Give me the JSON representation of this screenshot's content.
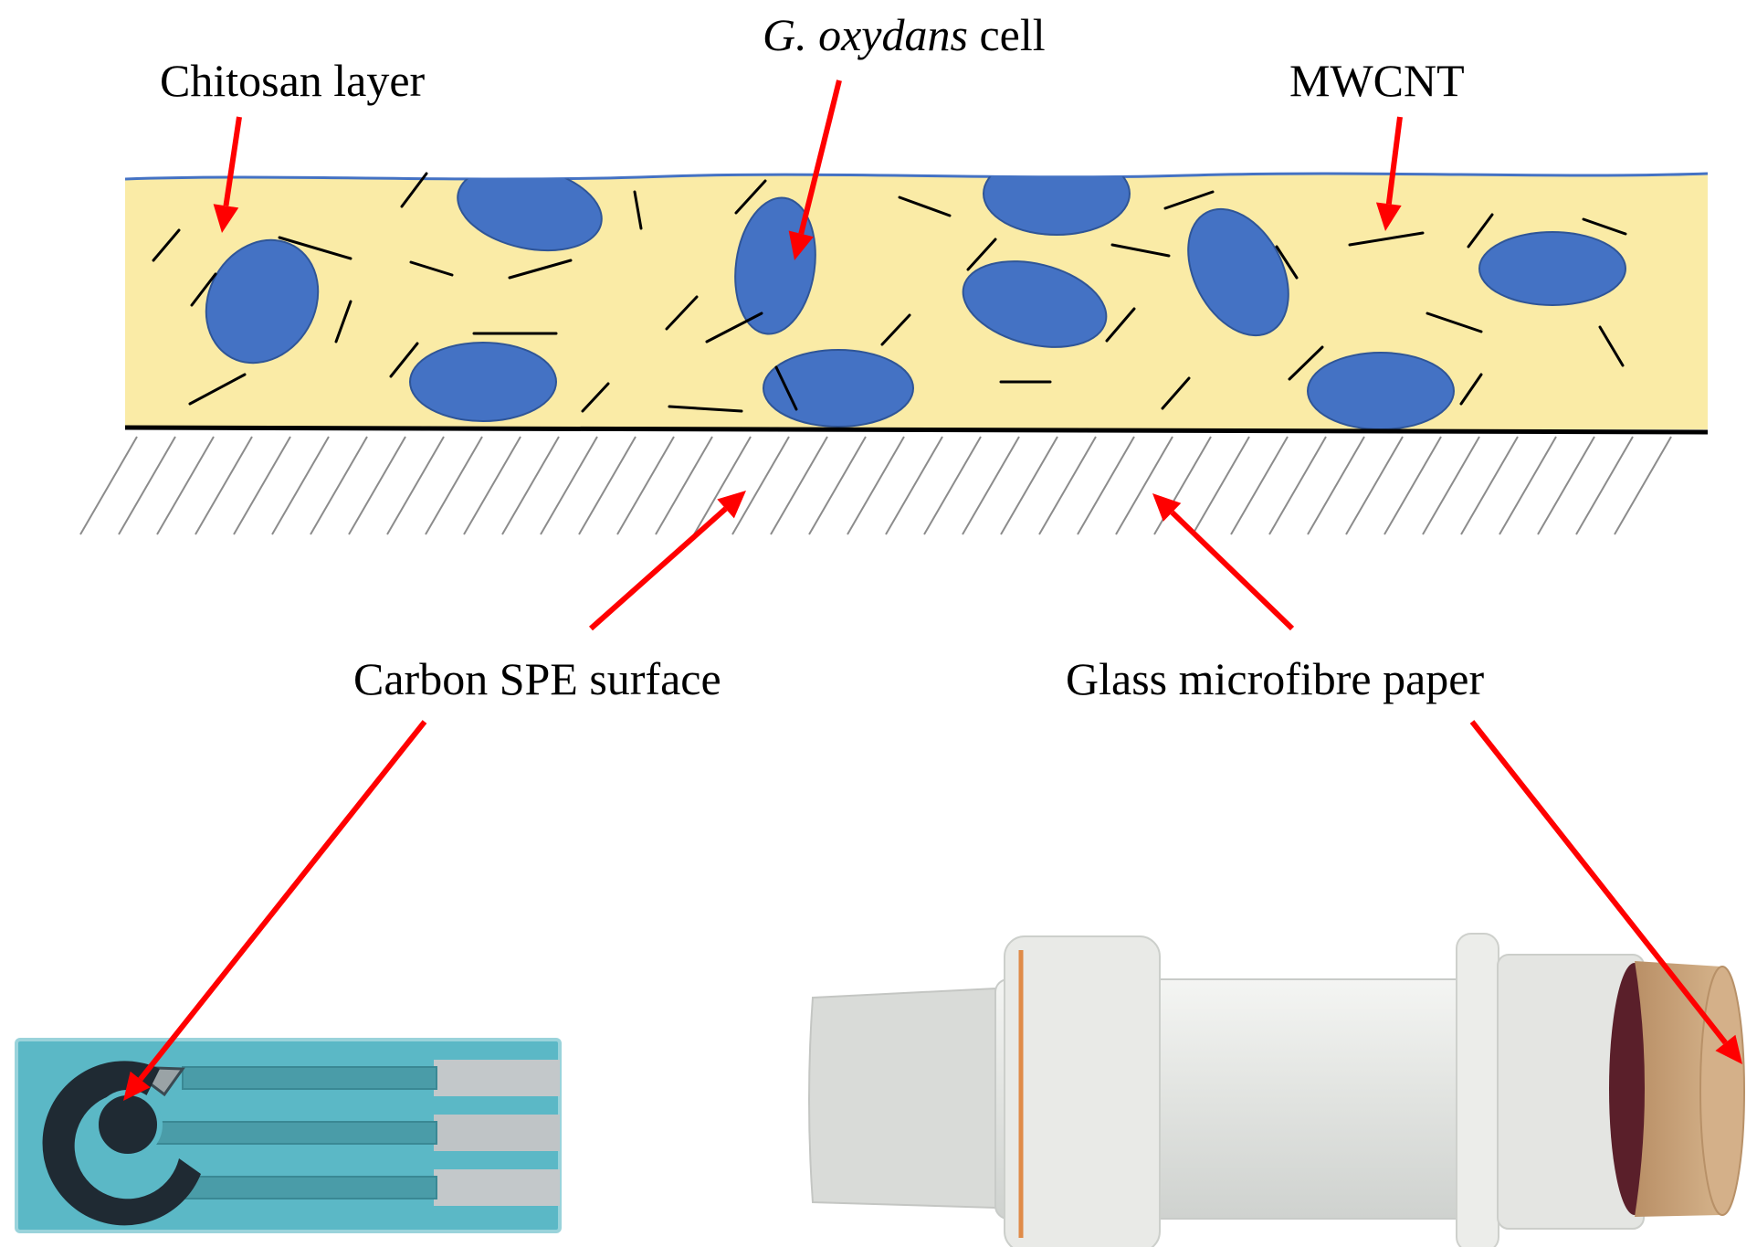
{
  "labels": {
    "chitosan_layer": "Chitosan layer",
    "cell_species": "G. oxydans",
    "cell_suffix": " cell",
    "mwcnt": "MWCNT",
    "carbon_spe_surface": "Carbon SPE surface",
    "glass_microfibre_paper": "Glass microfibre paper"
  },
  "colors": {
    "chitosan_fill": "#FAEBA6",
    "cell_fill": "#4472C4",
    "cell_stroke": "#2F5597",
    "surface_line": "#4472C4",
    "arrow": "#FF0000",
    "mwcnt": "#000000",
    "hatch": "#8C8C8C",
    "electrode_substrate": "#5BB8C6",
    "electrode_carbon": "#1F2A33",
    "electrode_silver": "#BFC4C6",
    "cell_tube": "#E6E7E4",
    "filter_paper": "#C9A57E"
  },
  "icons": {
    "spe_photo": "screen-printed-electrode-photo",
    "holder_photo": "biosensor-holder-with-filter-photo"
  }
}
